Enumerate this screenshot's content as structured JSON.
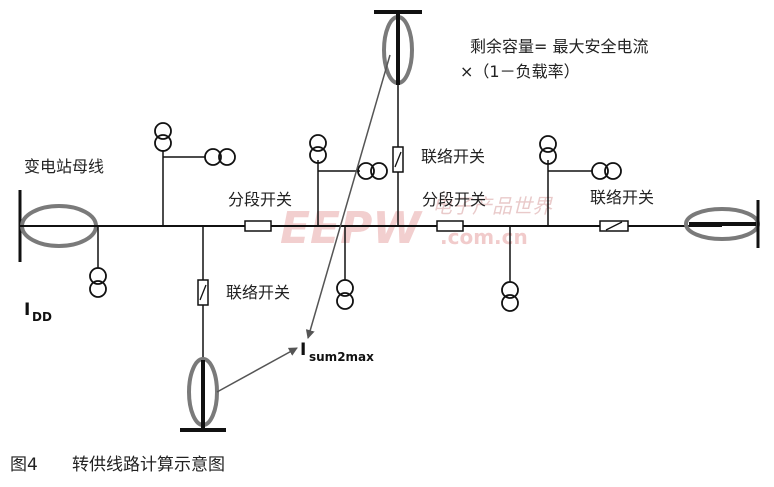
{
  "labels": {
    "bus": "变电站母线",
    "remaining_line1": "剩余容量= 最大安全电流",
    "remaining_line2": "×（1－负载率）",
    "tie_switch_top": "联络开关",
    "tie_switch_right": "联络开关",
    "tie_switch_bottom": "联络开关",
    "section_switch_left": "分段开关",
    "section_switch_right": "分段开关",
    "i_dd_main": "I",
    "i_dd_sub": "DD",
    "i_sum_main": "I",
    "i_sum_sub": "sum2max"
  },
  "caption": {
    "figure_number": "图4",
    "title": "转供线路计算示意图"
  },
  "watermark": {
    "brand": "EEPW",
    "domain": ".com.cn",
    "cn_text": "电子产品世界",
    "color": "#e8a9a9"
  },
  "colors": {
    "line": "#111111",
    "ellipse_stroke": "#7a7a7a",
    "arrow": "#555555"
  }
}
